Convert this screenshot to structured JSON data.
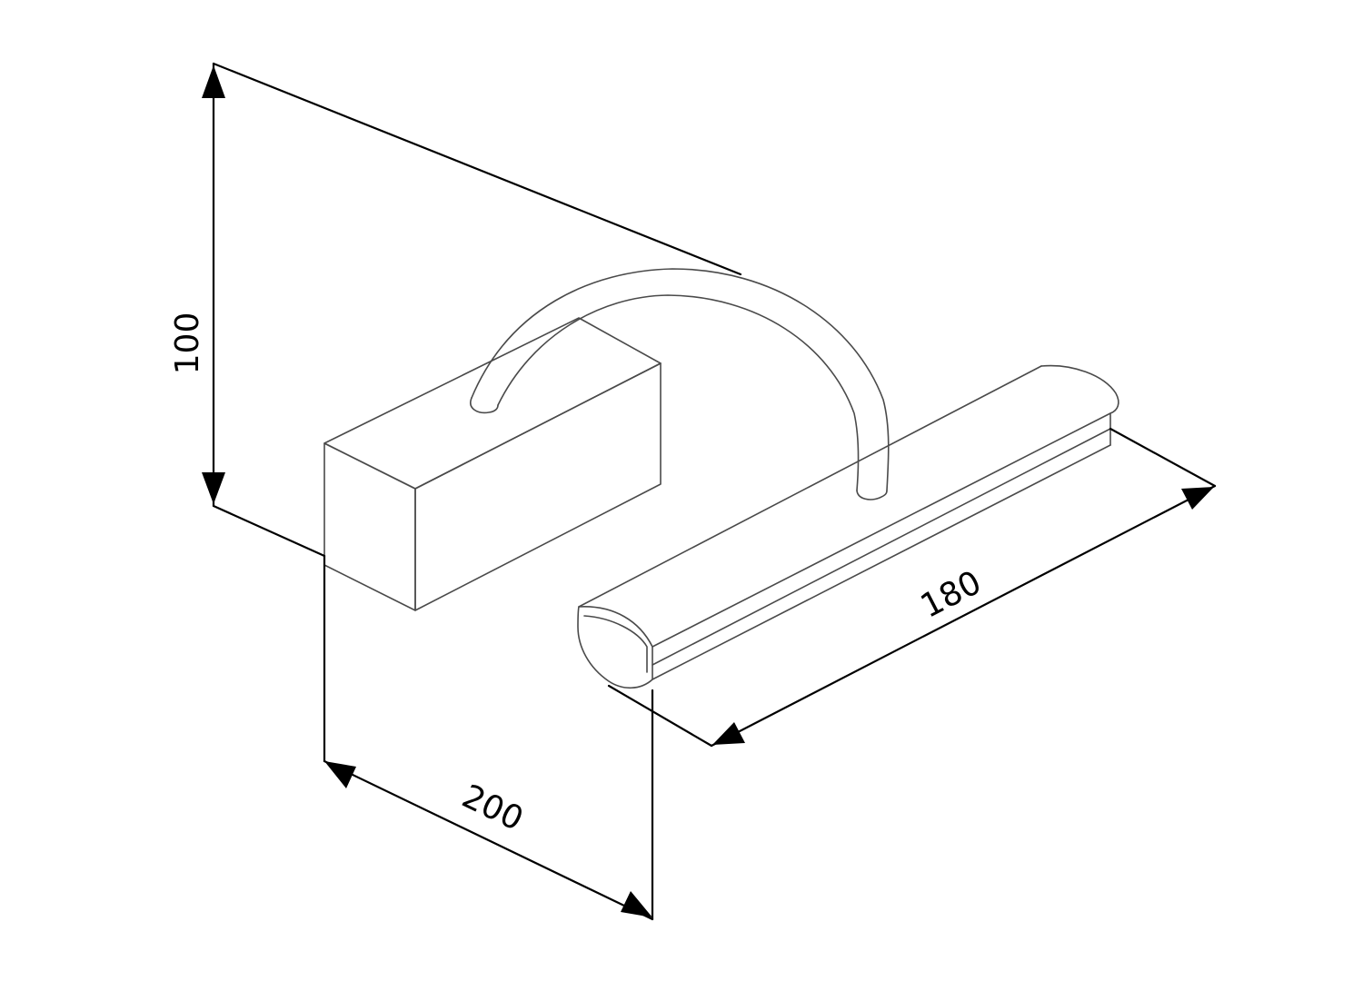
{
  "diagram": {
    "description_free": true,
    "dimensions": {
      "height": "100",
      "depth": "200",
      "length": "180"
    },
    "colors": {
      "line": "#000000",
      "outline": "#4a4a4a",
      "background": "#ffffff"
    }
  }
}
